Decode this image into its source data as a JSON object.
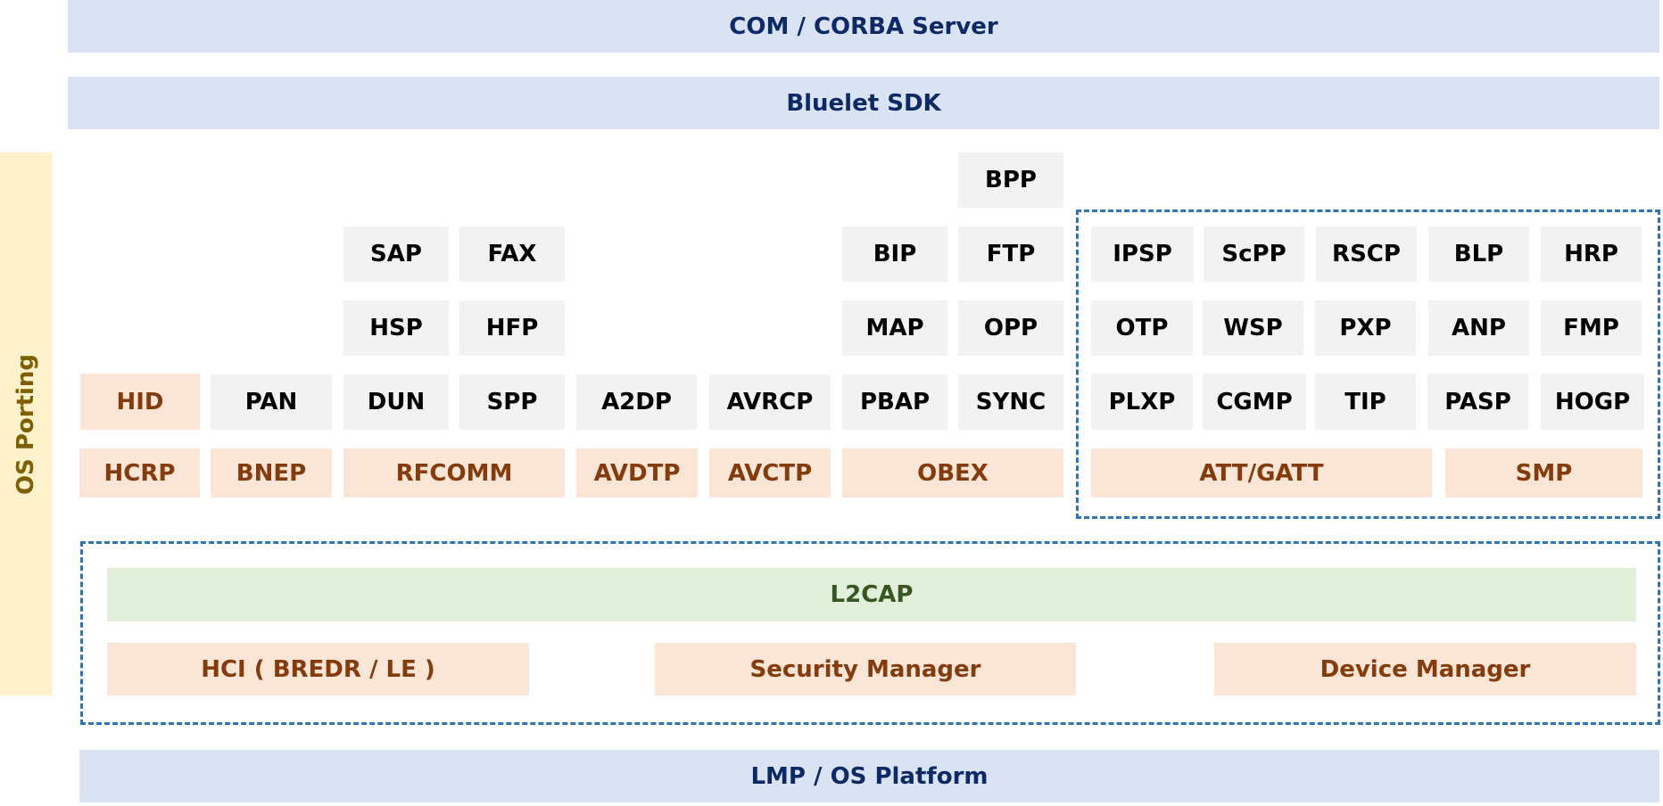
{
  "top_layers": {
    "com_corba": "COM / CORBA Server",
    "bluelet_sdk": "Bluelet SDK"
  },
  "side": {
    "os_porting": "OS Porting"
  },
  "classic_profiles": {
    "bpp": "BPP",
    "sap": "SAP",
    "fax": "FAX",
    "bip": "BIP",
    "ftp": "FTP",
    "hsp": "HSP",
    "hfp": "HFP",
    "map": "MAP",
    "opp": "OPP",
    "hid": "HID",
    "pan": "PAN",
    "dun": "DUN",
    "spp": "SPP",
    "a2dp": "A2DP",
    "avrcp": "AVRCP",
    "pbap": "PBAP",
    "sync": "SYNC"
  },
  "classic_protocols": {
    "hcrp": "HCRP",
    "bnep": "BNEP",
    "rfcomm": "RFCOMM",
    "avdtp": "AVDTP",
    "avctp": "AVCTP",
    "obex": "OBEX"
  },
  "le_profiles": {
    "row1": [
      "IPSP",
      "ScPP",
      "RSCP",
      "BLP",
      "HRP"
    ],
    "row2": [
      "OTP",
      "WSP",
      "PXP",
      "ANP",
      "FMP"
    ],
    "row3": [
      "PLXP",
      "CGMP",
      "TIP",
      "PASP",
      "HOGP"
    ]
  },
  "le_protocols": {
    "att_gatt": "ATT/GATT",
    "smp": "SMP"
  },
  "core": {
    "l2cap": "L2CAP",
    "hci": "HCI ( BREDR / LE )",
    "security_manager": "Security Manager",
    "device_manager": "Device Manager"
  },
  "bottom_layer": {
    "lmp": "LMP / OS Platform"
  }
}
